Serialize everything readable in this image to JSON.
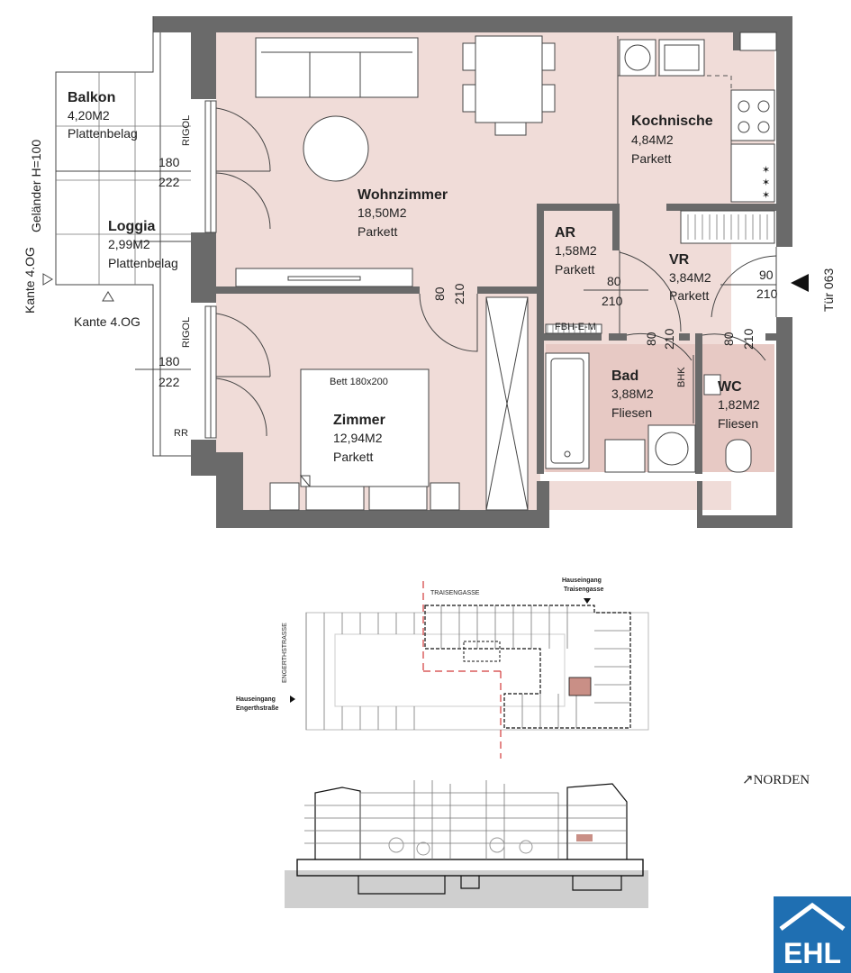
{
  "rooms": {
    "balkon": {
      "name": "Balkon",
      "area": "4,20M2",
      "floor": "Plattenbelag"
    },
    "loggia": {
      "name": "Loggia",
      "area": "2,99M2",
      "floor": "Plattenbelag"
    },
    "wohnzimmer": {
      "name": "Wohnzimmer",
      "area": "18,50M2",
      "floor": "Parkett"
    },
    "kochnische": {
      "name": "Kochnische",
      "area": "4,84M2",
      "floor": "Parkett"
    },
    "ar": {
      "name": "AR",
      "area": "1,58M2",
      "floor": "Parkett"
    },
    "vr": {
      "name": "VR",
      "area": "3,84M2",
      "floor": "Parkett"
    },
    "zimmer": {
      "name": "Zimmer",
      "area": "12,94M2",
      "floor": "Parkett"
    },
    "bad": {
      "name": "Bad",
      "area": "3,88M2",
      "floor": "Fliesen"
    },
    "wc": {
      "name": "WC",
      "area": "1,82M2",
      "floor": "Fliesen"
    }
  },
  "labels": {
    "gelaender": "Geländer H=100",
    "kante_left": "Kante 4.OG",
    "kante_bottom": "Kante 4.OG",
    "rigol": "RIGOL",
    "rr": "RR",
    "tuer": "Tür 063",
    "bett": "Bett 180x200",
    "fbh": "FBH-E-M",
    "bhk": "BHK"
  },
  "dims": {
    "window_w": "180",
    "window_h": "222",
    "d80": "80",
    "d90": "90",
    "d210": "210"
  },
  "site": {
    "traisengasse": "TRAISENGASSE",
    "engerthstrasse": "ENGERTHSTRASSE",
    "hauseingang": "Hauseingang",
    "traisengasse_entry": "Traisengasse",
    "engerthstrasse_entry": "Engerthstraße"
  },
  "norden": "NORDEN",
  "brand": "EHL",
  "colors": {
    "floor": "#f0dcd8",
    "wet": "#e7c9c4",
    "wall": "#6a6a6a",
    "highlight": "#c98f86",
    "brand": "#1f6fb2"
  }
}
